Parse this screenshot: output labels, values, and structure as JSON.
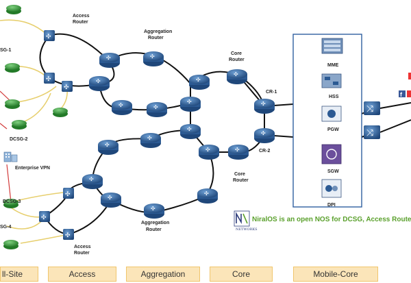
{
  "labels": {
    "access_router_top": [
      "Access",
      "Router"
    ],
    "aggregation_router_top": [
      "Aggregation",
      "Router"
    ],
    "core_router_top": [
      "Core",
      "Router"
    ],
    "cr1": "CR-1",
    "cr2": "CR-2",
    "core_router_bottom": [
      "Core",
      "Router"
    ],
    "aggregation_router_bottom": [
      "Aggregation",
      "Router"
    ],
    "access_router_bottom": [
      "Access",
      "Router"
    ],
    "sg1": "SG-1",
    "dcsg2": "DCSG-2",
    "enterprise_vpn": "Enterprise VPN",
    "dcsg3": "DCSG-3",
    "sg4": "SG-4",
    "mme": "MME",
    "hss": "HSS",
    "pgw": "PGW",
    "sgw": "SGW",
    "dpi": "DPI"
  },
  "niralos_text": "NiralOS is an open NOS for DCSG, Access Router a",
  "logo_caption": "NETWORKS",
  "bottom_bands": [
    "ll-Site",
    "Access",
    "Aggregation",
    "Core",
    "Mobile-Core"
  ],
  "colors": {
    "router_blue": "#2c5a93",
    "cell_green": "#3a9a3a",
    "ring_black": "#111111",
    "ring_yellow": "#e7cf6e",
    "link_red": "#d23a3a",
    "box_border": "#2f5fa0",
    "band_fill": "#fbe5b9",
    "niralos_green": "#5aa02c"
  },
  "icons": [
    "router-icon",
    "switch-icon",
    "cell-site-icon",
    "server-icon",
    "enterprise-building-icon",
    "facebook-icon"
  ]
}
